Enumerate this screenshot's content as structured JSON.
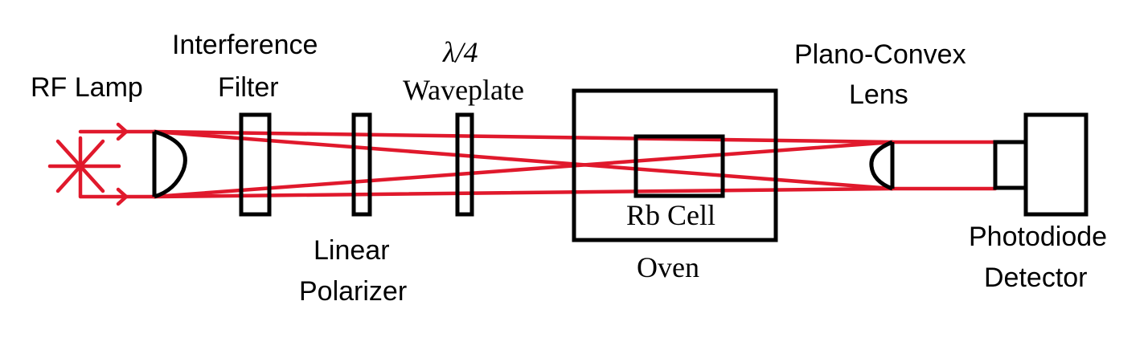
{
  "labels": {
    "rf_lamp": "RF Lamp",
    "interference_filter_line1": "Interference",
    "interference_filter_line2": "Filter",
    "waveplate_line1": "λ/4",
    "waveplate_line2": "Waveplate",
    "linear_polarizer_line1": "Linear",
    "linear_polarizer_line2": "Polarizer",
    "rb_cell": "Rb Cell",
    "oven": "Oven",
    "plano_convex_line1": "Plano-Convex",
    "plano_convex_line2": "Lens",
    "photodiode_line1": "Photodiode",
    "photodiode_line2": "Detector"
  },
  "colors": {
    "beam": "#e0192c",
    "components": "#000000",
    "background": "#ffffff"
  }
}
